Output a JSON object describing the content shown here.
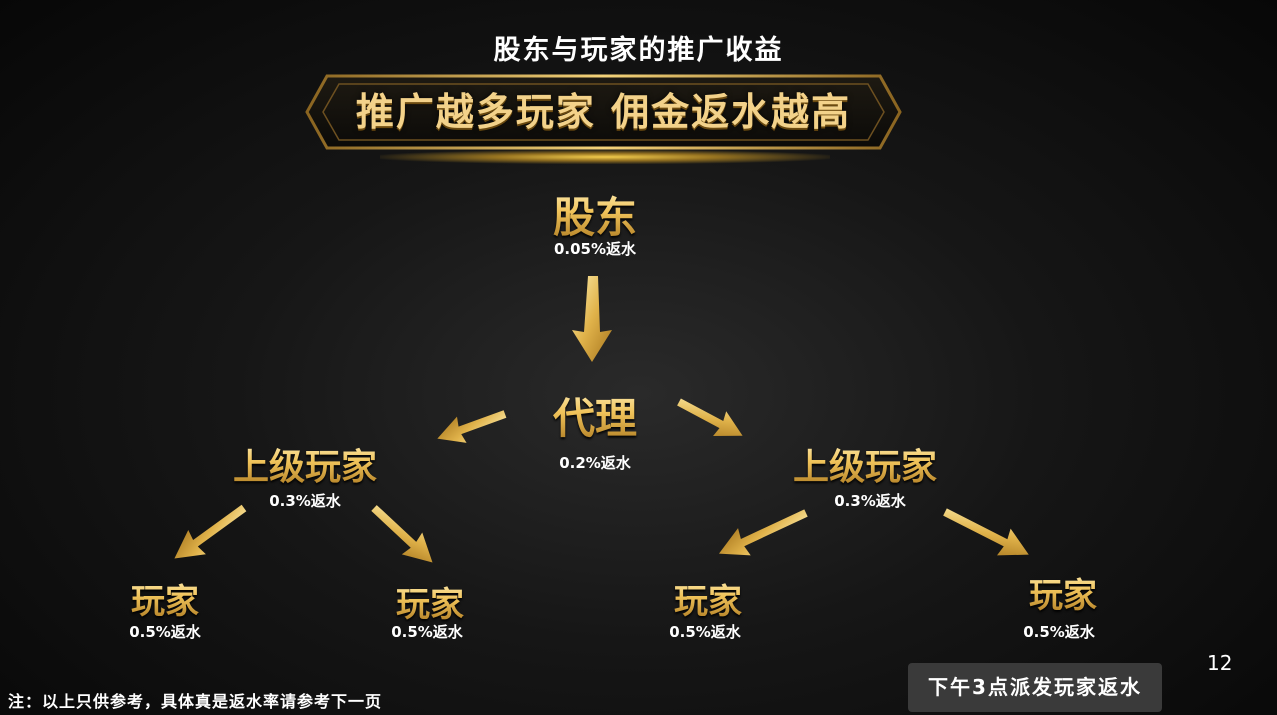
{
  "title": "股东与玩家的推广收益",
  "banner": "推广越多玩家  佣金返水越高",
  "nodes": {
    "shareholder": {
      "label": "股东",
      "rate": "0.05%返水"
    },
    "agent": {
      "label": "代理",
      "rate": "0.2%返水"
    },
    "upper_left": {
      "label": "上级玩家",
      "rate": "0.3%返水"
    },
    "upper_right": {
      "label": "上级玩家",
      "rate": "0.3%返水"
    },
    "player_1": {
      "label": "玩家",
      "rate": "0.5%返水"
    },
    "player_2": {
      "label": "玩家",
      "rate": "0.5%返水"
    },
    "player_3": {
      "label": "玩家",
      "rate": "0.5%返水"
    },
    "player_4": {
      "label": "玩家",
      "rate": "0.5%返水"
    }
  },
  "footnote": "注：以上只供参考，具体真是返水率请参考下一页",
  "payout_time": "下午3点派发玩家返水",
  "page_number": "12",
  "colors": {
    "gold": "#f0c35a",
    "background": "#111111",
    "badge": "#3a3a3a"
  }
}
